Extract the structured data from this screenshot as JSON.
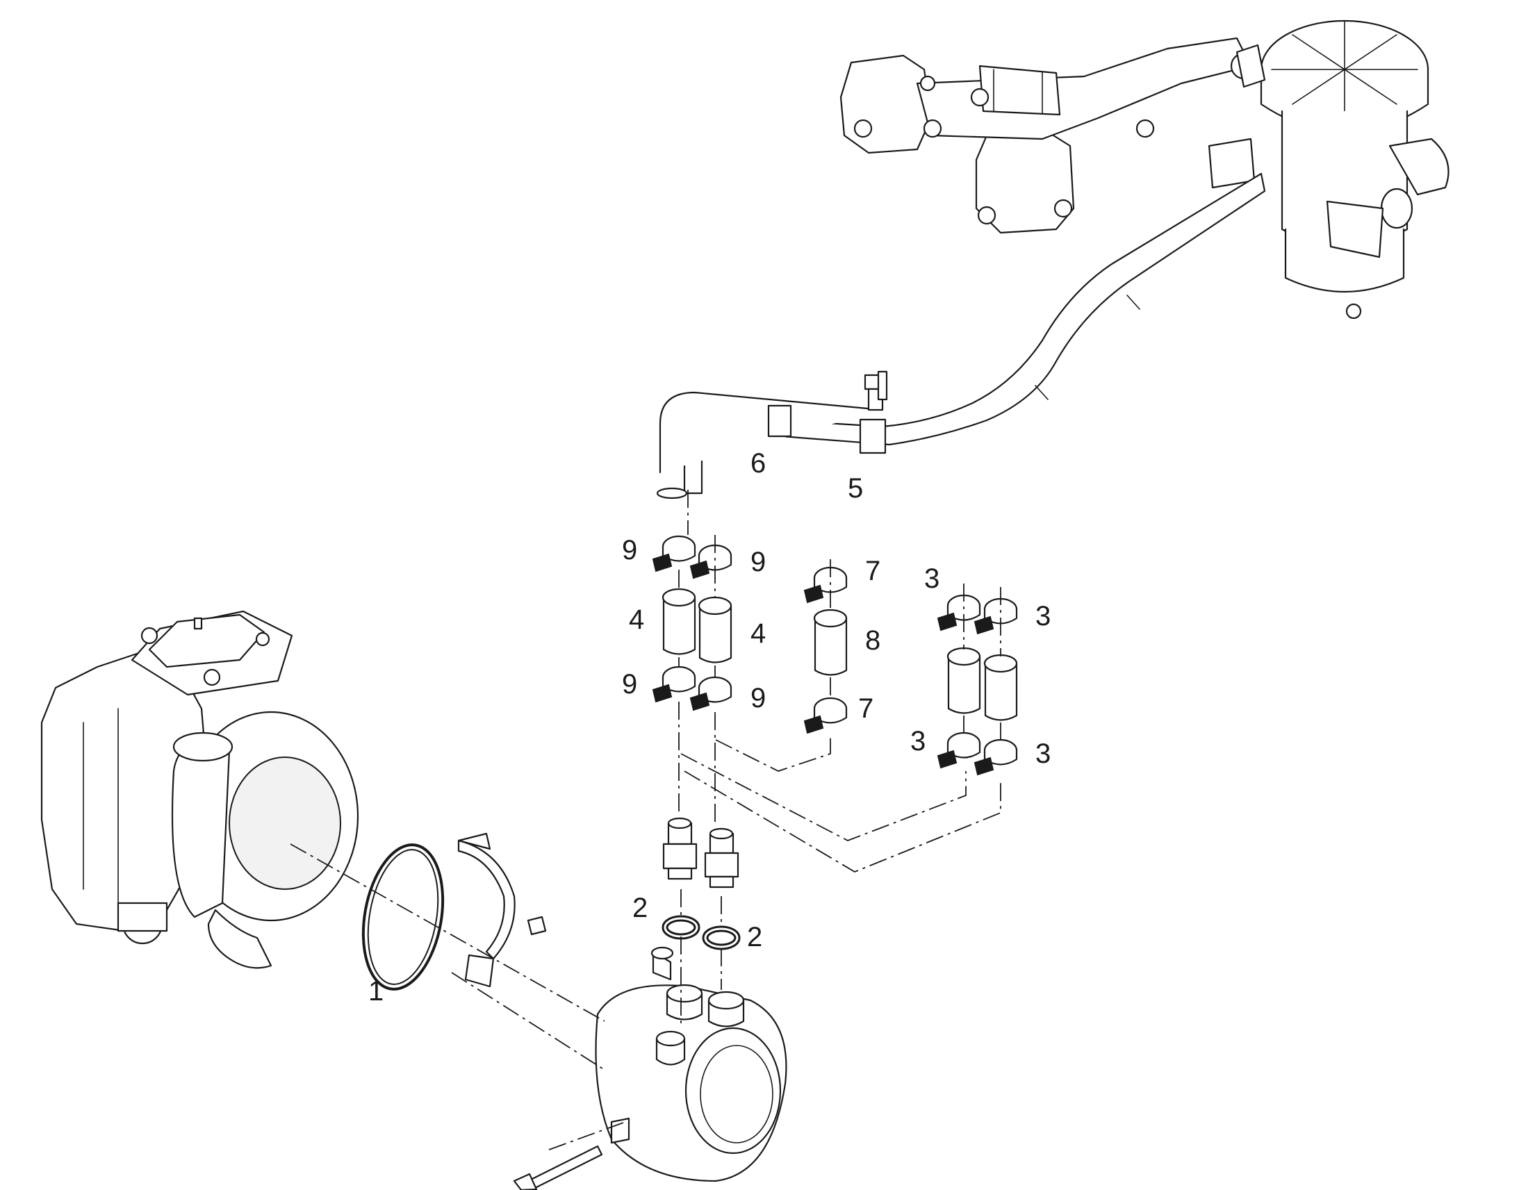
{
  "figure": {
    "callouts": [
      {
        "id": "1",
        "text": "1"
      },
      {
        "id": "2a",
        "text": "2"
      },
      {
        "id": "2b",
        "text": "2"
      },
      {
        "id": "3a",
        "text": "3"
      },
      {
        "id": "3b",
        "text": "3"
      },
      {
        "id": "3c",
        "text": "3"
      },
      {
        "id": "3d",
        "text": "3"
      },
      {
        "id": "4a",
        "text": "4"
      },
      {
        "id": "4b",
        "text": "4"
      },
      {
        "id": "5",
        "text": "5"
      },
      {
        "id": "6",
        "text": "6"
      },
      {
        "id": "7a",
        "text": "7"
      },
      {
        "id": "7b",
        "text": "7"
      },
      {
        "id": "8",
        "text": "8"
      },
      {
        "id": "9a",
        "text": "9"
      },
      {
        "id": "9b",
        "text": "9"
      },
      {
        "id": "9c",
        "text": "9"
      },
      {
        "id": "9d",
        "text": "9"
      }
    ],
    "colors": {
      "line": "#1a1a1a",
      "background": "#ffffff"
    }
  }
}
